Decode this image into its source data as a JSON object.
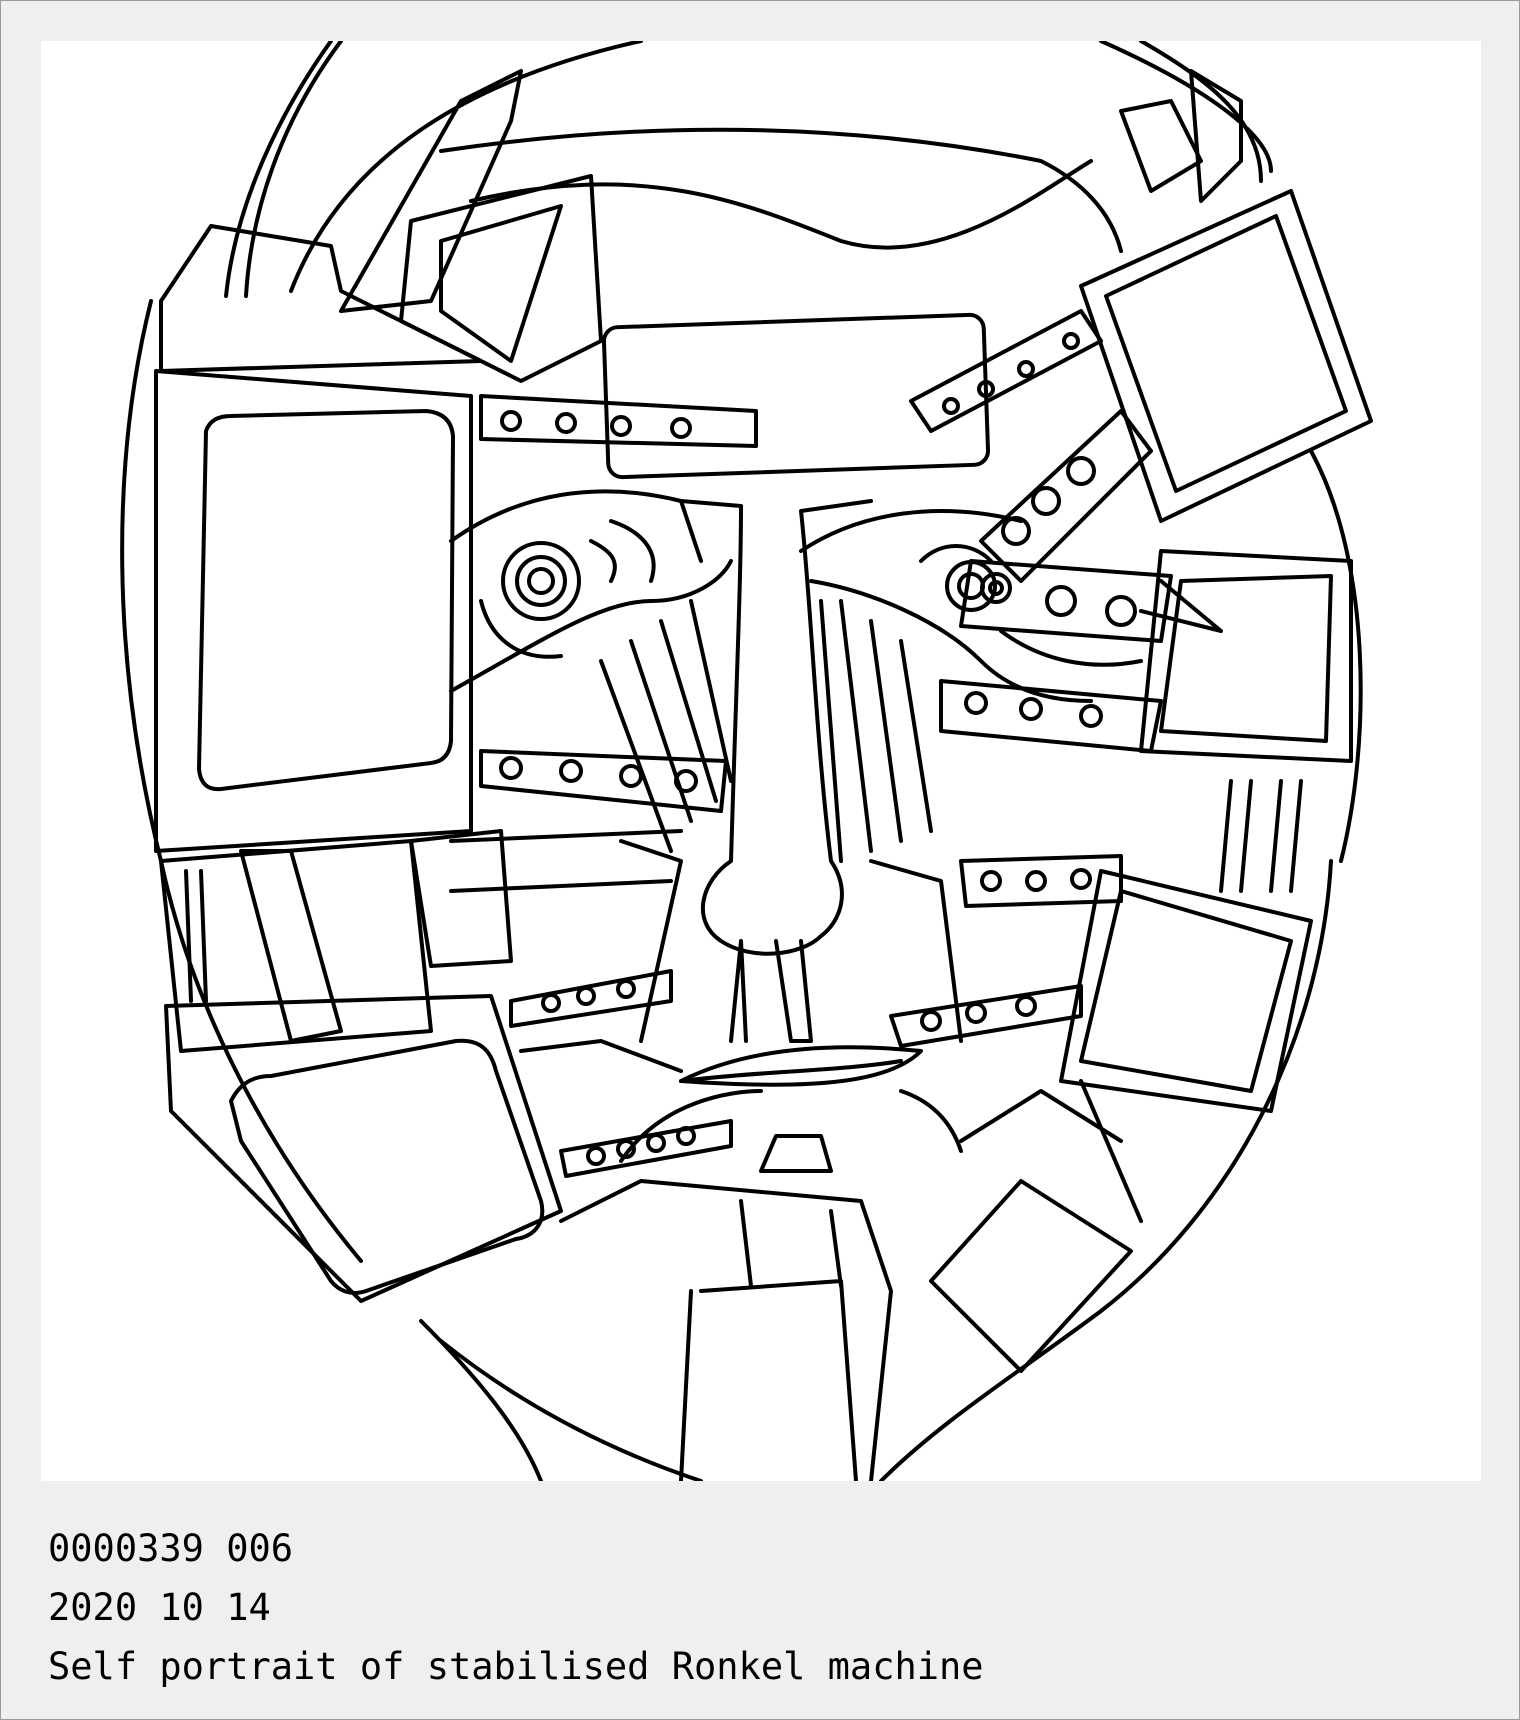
{
  "caption": {
    "id_line": "0000339 006",
    "date_line": "2020 10 14",
    "title_line": "Self portrait of stabilised Ronkel machine"
  },
  "colors": {
    "frame": "#efefef",
    "canvas": "#ffffff",
    "ink": "#000000"
  }
}
